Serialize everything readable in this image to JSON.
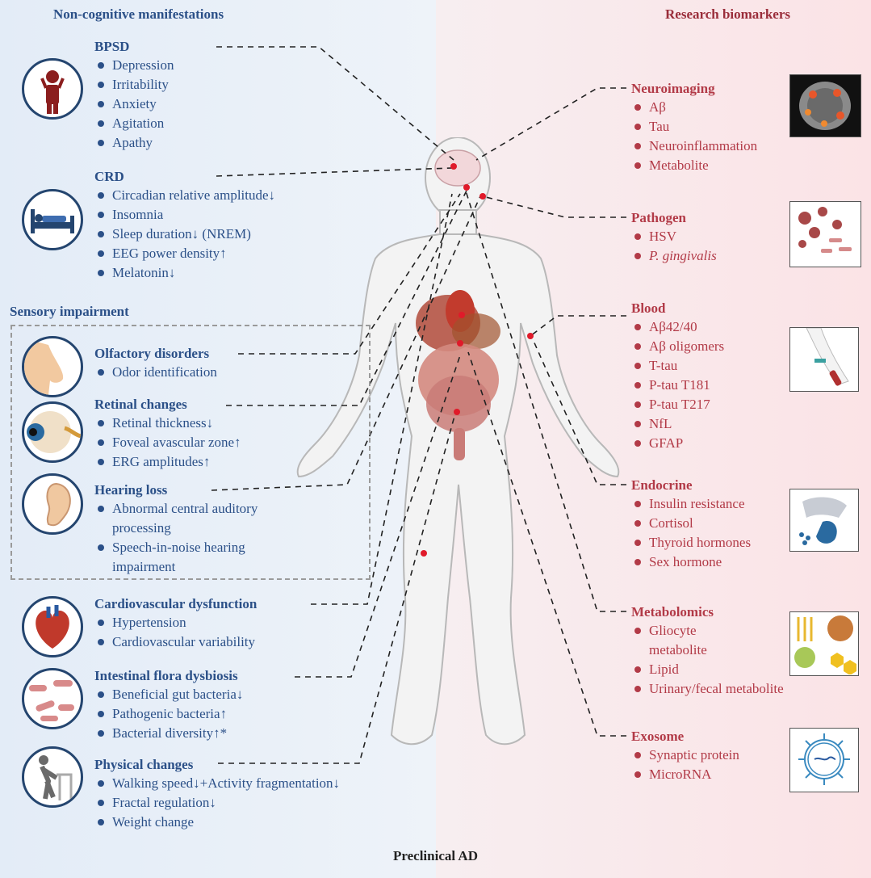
{
  "headers": {
    "left": "Non-cognitive manifestations",
    "right": "Research biomarkers",
    "sensory": "Sensory impairment",
    "footer": "Preclinical AD"
  },
  "left_sections": {
    "bpsd": {
      "title": "BPSD",
      "items": [
        "Depression",
        "Irritability",
        "Anxiety",
        "Agitation",
        "Apathy"
      ]
    },
    "crd": {
      "title": "CRD",
      "items": [
        "Circadian relative amplitude↓",
        "Insomnia",
        "Sleep duration↓ (NREM)",
        "EEG power density↑",
        "Melatonin↓"
      ]
    },
    "olfactory": {
      "title": "Olfactory disorders",
      "items": [
        "Odor identification"
      ]
    },
    "retinal": {
      "title": "Retinal changes",
      "items": [
        "Retinal thickness↓",
        "Foveal avascular zone↑",
        "ERG amplitudes↑"
      ]
    },
    "hearing": {
      "title": "Hearing loss",
      "items": [
        "Abnormal central auditory",
        "processing",
        "Speech-in-noise hearing",
        "impairment"
      ]
    },
    "cardio": {
      "title": "Cardiovascular dysfunction",
      "items": [
        "Hypertension",
        "Cardiovascular variability"
      ]
    },
    "intestinal": {
      "title": "Intestinal flora dysbiosis",
      "items": [
        "Beneficial gut bacteria↓",
        "Pathogenic bacteria↑",
        "Bacterial diversity↑*"
      ]
    },
    "physical": {
      "title": "Physical changes",
      "items": [
        "Walking speed↓+Activity fragmentation↓",
        "Fractal regulation↓",
        "Weight change"
      ]
    }
  },
  "right_sections": {
    "neuroimaging": {
      "title": "Neuroimaging",
      "items": [
        "Aβ",
        "Tau",
        "Neuroinflammation",
        "Metabolite"
      ]
    },
    "pathogen": {
      "title": "Pathogen",
      "items": [
        "HSV",
        "P. gingivalis"
      ]
    },
    "blood": {
      "title": "Blood",
      "items": [
        "Aβ42/40",
        "Aβ oligomers",
        "T-tau",
        "P-tau T181",
        "P-tau T217",
        "NfL",
        "GFAP"
      ]
    },
    "endocrine": {
      "title": "Endocrine",
      "items": [
        "Insulin resistance",
        "Cortisol",
        "Thyroid hormones",
        "Sex hormone"
      ]
    },
    "metabolomics": {
      "title": "Metabolomics",
      "items": [
        "Gliocyte",
        "metabolite",
        "Lipid",
        "Urinary/fecal metabolite"
      ]
    },
    "exosome": {
      "title": "Exosome",
      "items": [
        "Synaptic protein",
        "MicroRNA"
      ]
    }
  },
  "colors": {
    "left_text": "#2b5088",
    "right_text": "#b23a47",
    "marker": "#e01a2a"
  },
  "icons": [
    "person-stress-icon",
    "bed-icon",
    "nose-icon",
    "eye-icon",
    "ear-icon",
    "heart-icon",
    "bacteria-icon",
    "walker-icon",
    "brain-scan-icon",
    "virus-icon",
    "blood-draw-icon",
    "thyroid-icon",
    "molecules-icon",
    "exosome-icon"
  ]
}
